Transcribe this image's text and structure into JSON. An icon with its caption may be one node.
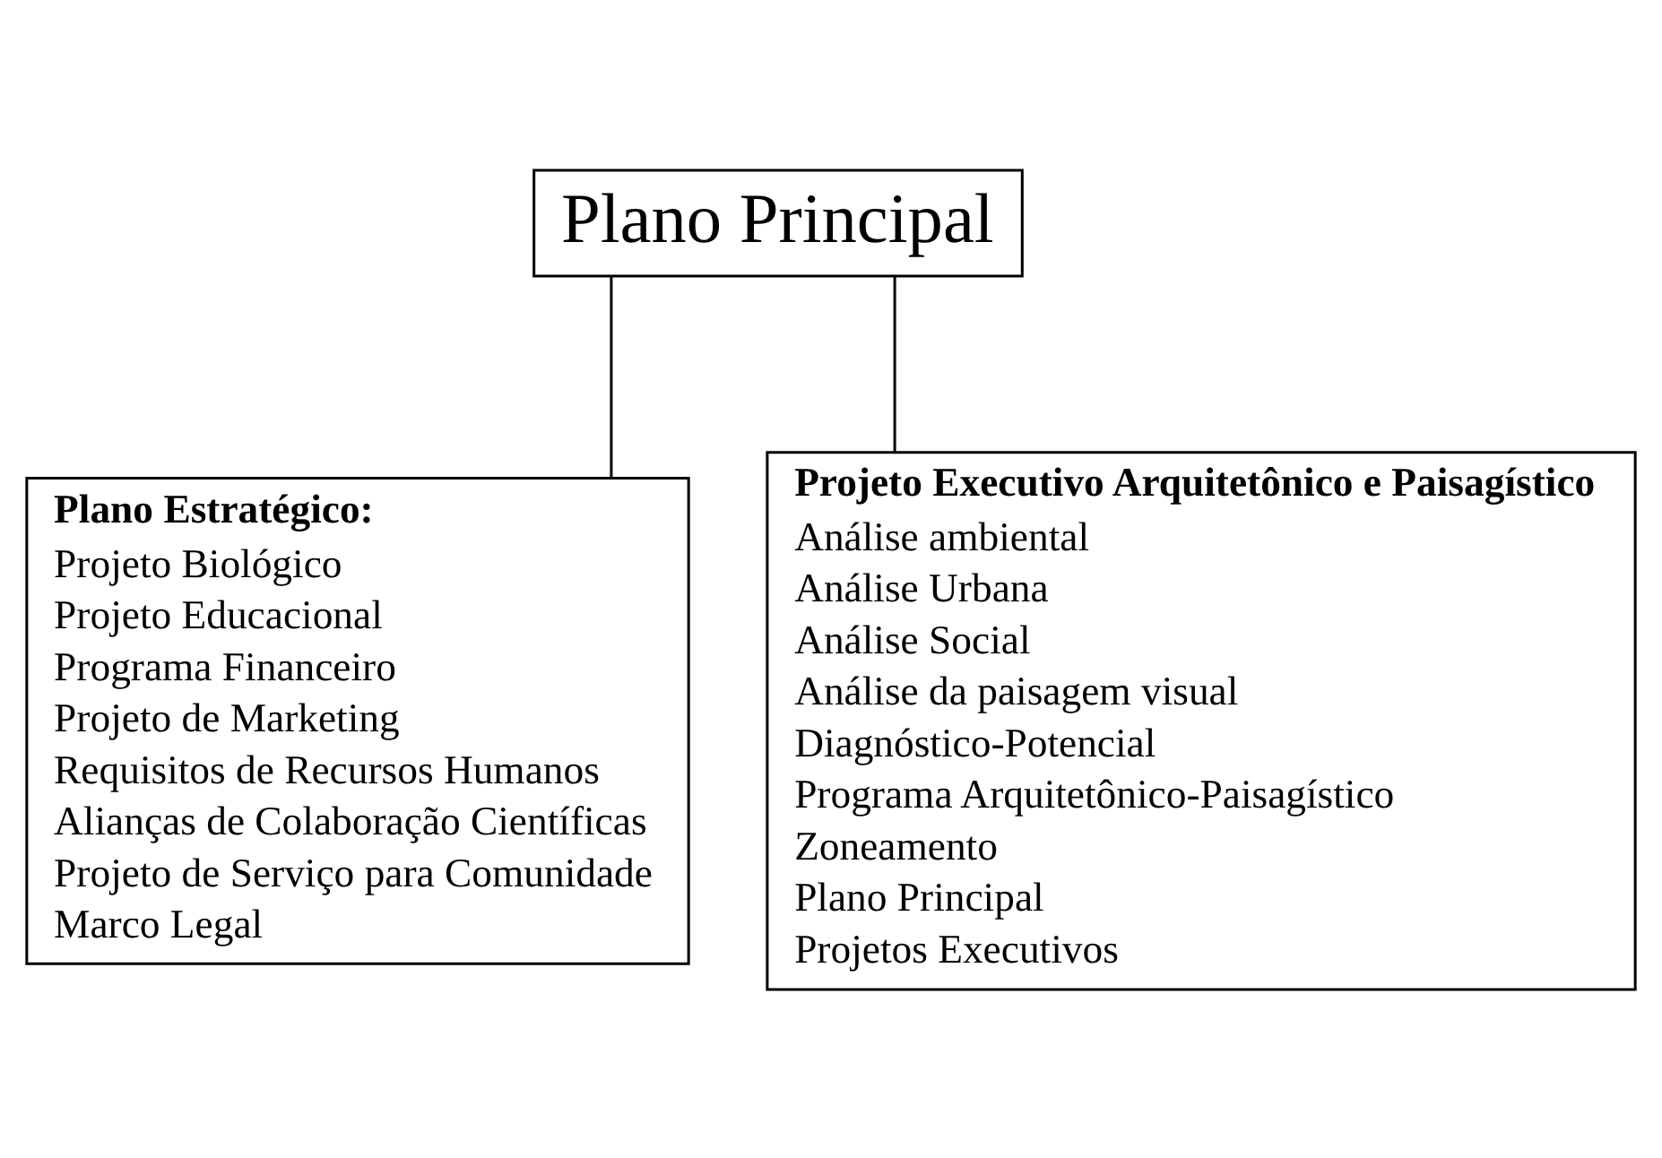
{
  "diagram": {
    "nodes": [
      {
        "text": [
          "Plano Principal"
        ]
      },
      {
        "text": [
          "Plano Estratégico:",
          "Projeto Biológico",
          "Projeto Educacional",
          "Programa Financeiro",
          "Projeto de Marketing",
          "Requisitos de Recursos Humanos",
          "Alianças de Colaboração Científicas",
          "Projeto de Serviço para Comunidade",
          "Marco Legal"
        ]
      },
      {
        "text": [
          "Projeto Executivo Arquitetônico e Paisagístico",
          "Análise ambiental",
          "Análise Urbana",
          "Análise Social",
          "Análise da paisagem visual",
          "Diagnóstico-Potencial",
          "Programa Arquitetônico-Paisagístico",
          "Zoneamento",
          "Plano Principal",
          "Projetos Executivos"
        ]
      }
    ],
    "edges": [
      {
        "from": 0,
        "to": 1,
        "arrow": "none"
      },
      {
        "from": 0,
        "to": 2,
        "arrow": "none"
      }
    ]
  }
}
